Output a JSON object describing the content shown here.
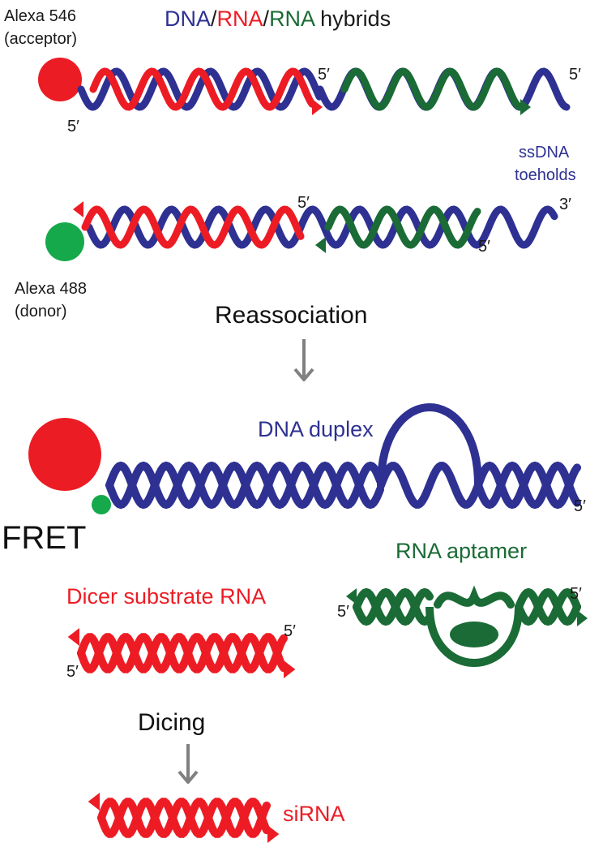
{
  "colors": {
    "dna": "#2e3192",
    "rna_red": "#ed1c24",
    "rna_green": "#1a6b35",
    "acceptor": "#ec1c24",
    "donor": "#15a94c",
    "arrow_gray": "#808080",
    "text": "#1a1a1a"
  },
  "title": {
    "dna": "DNA",
    "slash1": "/",
    "rna1": "RNA",
    "slash2": "/",
    "rna2": "RNA",
    "hybrids": " hybrids"
  },
  "labels": {
    "acceptor_name": "Alexa 546",
    "acceptor_role": "(acceptor)",
    "donor_name": "Alexa 488",
    "donor_role": "(donor)",
    "ssdna_line1": "ssDNA",
    "ssdna_line2": "toeholds",
    "reassociation": "Reassociation",
    "dna_duplex": "DNA duplex",
    "fret": "FRET",
    "rna_aptamer": "RNA aptamer",
    "dicer_substrate": "Dicer substrate RNA",
    "dicing": "Dicing",
    "sirna": "siRNA"
  },
  "ends": {
    "h1_left_5": "5′",
    "h1_mid_5": "5′",
    "h1_right_5": "5′",
    "h2_top_5": "5′",
    "h2_right_3": "3′",
    "h2_bottom_5": "5′",
    "duplex_5": "5′",
    "aptamer_right_5": "5′",
    "aptamer_left_5": "5′",
    "dicer_top_5": "5′",
    "dicer_bottom_5": "5′"
  },
  "icons": [
    "reassociation-arrow-icon",
    "dicing-arrow-icon"
  ]
}
